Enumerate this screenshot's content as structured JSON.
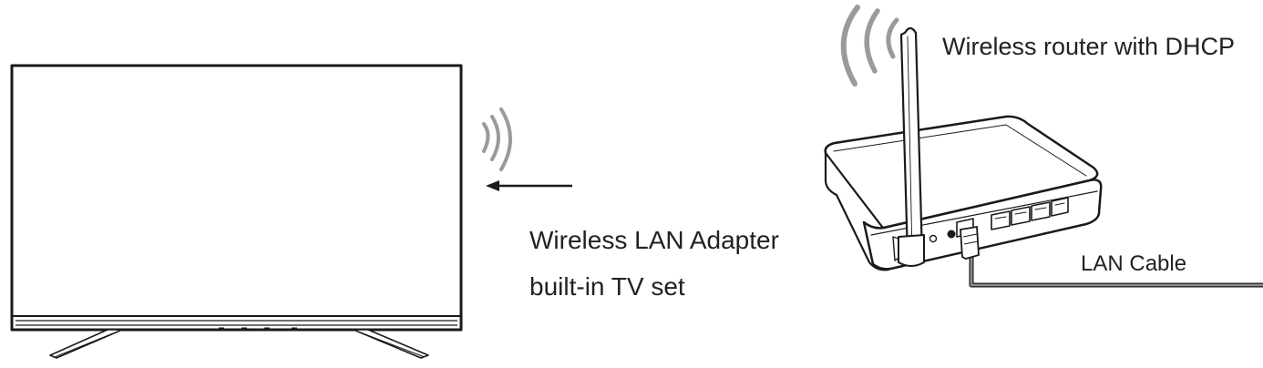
{
  "labels": {
    "router": "Wireless router with DHCP",
    "adapter_line1": "Wireless LAN Adapter",
    "adapter_line2": "built-in TV set",
    "cable": "LAN Cable"
  },
  "icons": {
    "tv": "tv-icon",
    "tv_signal": "wireless-signal-icon",
    "router": "router-icon",
    "router_signal": "wireless-signal-icon",
    "arrow": "arrow-left-icon",
    "cable": "lan-cable-icon"
  },
  "colors": {
    "line": "#1a1a1a",
    "signal": "#9a9a9a",
    "cable": "#888888",
    "background": "#ffffff"
  }
}
